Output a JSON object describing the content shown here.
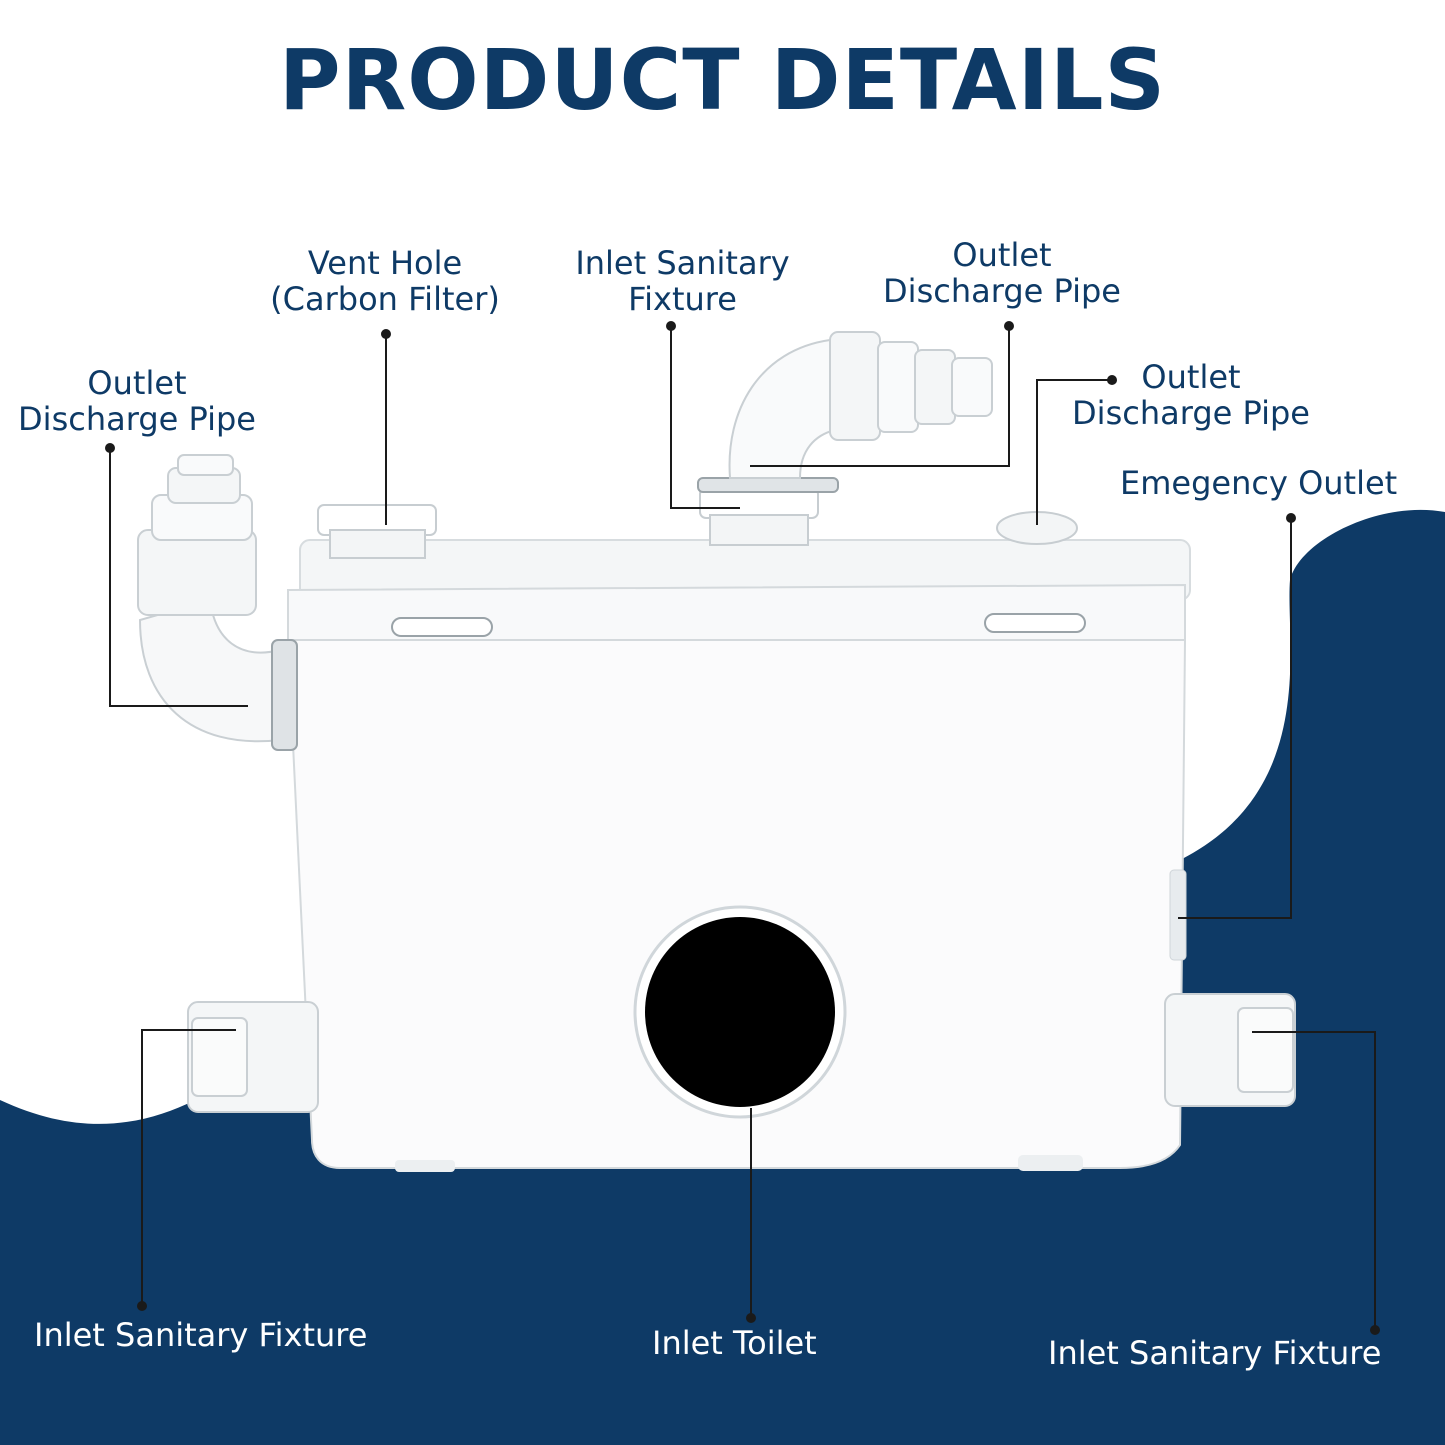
{
  "page": {
    "title": "PRODUCT DETAILS",
    "colors": {
      "navy": "#0e3a66",
      "product": "#ffffff",
      "background": "#ffffff"
    }
  },
  "callouts": {
    "vent_hole": {
      "line1": "Vent Hole",
      "line2": "(Carbon Filter)"
    },
    "inlet_sanitary_top": {
      "line1": "Inlet Sanitary",
      "line2": "Fixture"
    },
    "outlet_discharge_top": {
      "line1": "Outlet",
      "line2": "Discharge Pipe"
    },
    "outlet_discharge_left": {
      "line1": "Outlet",
      "line2": "Discharge Pipe"
    },
    "outlet_discharge_right": {
      "line1": "Outlet",
      "line2": "Discharge Pipe"
    },
    "emergency_outlet": {
      "text": "Emegency Outlet"
    },
    "inlet_sanitary_bottom_left": {
      "text": "Inlet Sanitary Fixture"
    },
    "inlet_toilet": {
      "text": "Inlet Toilet"
    },
    "inlet_sanitary_bottom_right": {
      "text": "Inlet Sanitary Fixture"
    }
  }
}
